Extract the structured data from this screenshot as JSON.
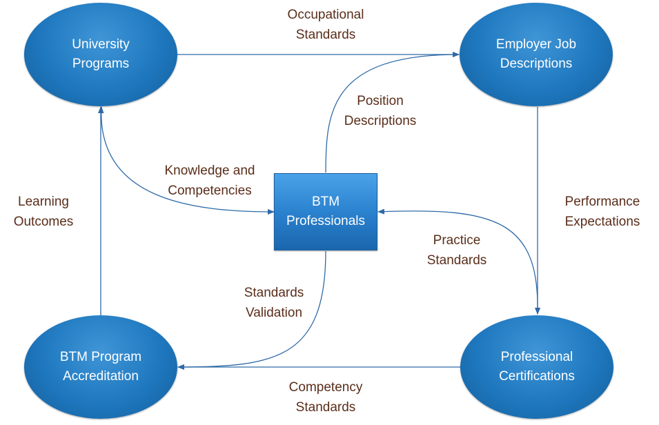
{
  "nodes": {
    "university_programs": "University\nPrograms",
    "employer_job_descriptions": "Employer Job\nDescriptions",
    "btm_professionals": "BTM\nProfessionals",
    "btm_program_accreditation": "BTM Program\nAccreditation",
    "professional_certifications": "Professional\nCertifications"
  },
  "edges": {
    "occupational_standards": "Occupational\nStandards",
    "position_descriptions": "Position\nDescriptions",
    "knowledge_and_competencies": "Knowledge and\nCompetencies",
    "learning_outcomes": "Learning\nOutcomes",
    "performance_expectations": "Performance\nExpectations",
    "practice_standards": "Practice\nStandards",
    "standards_validation": "Standards\nValidation",
    "competency_standards": "Competency\nStandards"
  },
  "colors": {
    "node_fill": "#1f78bf",
    "arrow": "#2e6aa8",
    "label_text": "#5a2d1a"
  }
}
